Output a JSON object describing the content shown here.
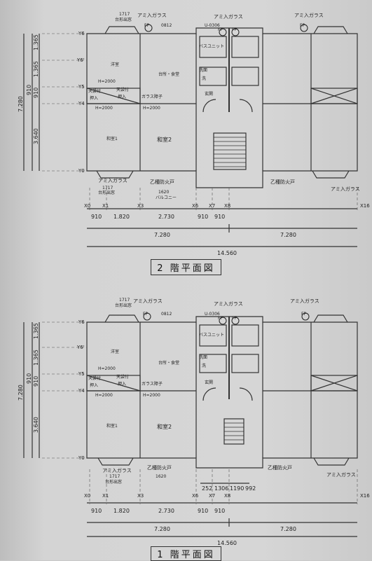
{
  "plans": [
    {
      "title": "2 階平面図",
      "labels": {
        "door_code_tl": "1717",
        "door_name_tl": "台形出窓",
        "glass_tl": "アミ入ガラス",
        "code_top": "0812",
        "unit_code": "U-0306",
        "bath": "バスユニット",
        "glass_top_c": "アミ入ガラス",
        "glass_tr": "アミ入ガラス",
        "youshitsu": "洋室",
        "h_top": "H=2000",
        "tenbukuro": "天袋付",
        "oshiire": "押入",
        "tenbukuro2": "天袋付",
        "oshiire2": "押入",
        "h_mid": "H=2000",
        "h_mid2": "H=2000",
        "glass_door": "ガラス障子",
        "kitchen": "台所・食堂",
        "senmen": "洗面",
        "genkan": "玄関",
        "sen": "洗",
        "washitsu1": "和室1",
        "washitsu2": "和室2",
        "glass_bl": "アミ入ガラス",
        "door_code_bl": "1717",
        "door_name_bl": "台形出窓",
        "otsu_l": "乙種防火戸",
        "otsu_r": "乙種防火戸",
        "balcony": "バルコニー",
        "balcony_code": "1620",
        "glass_br": "アミ入ガラス",
        "fp1": "FP",
        "fp2": "FP",
        "fp3": "FP",
        "fp4": "FP"
      },
      "axes": {
        "y": [
          "Y6",
          "Y6'",
          "Y5",
          "Y4",
          "Y0"
        ],
        "x": [
          "X0",
          "X1",
          "X3",
          "X6",
          "X7",
          "X8",
          "X16"
        ]
      },
      "left_dims": [
        "1.365",
        "1.365",
        "910",
        "3.640"
      ],
      "left_totals": [
        "910",
        "7.280"
      ],
      "bottom_dims": [
        "910",
        "1.820",
        "2.730",
        "910",
        "910"
      ],
      "bottom_mid": [
        "7.280",
        "7.280"
      ],
      "bottom_total": "14.560"
    },
    {
      "title": "1 階平面図",
      "labels": {
        "door_code_tl": "1717",
        "door_name_tl": "台形出窓",
        "glass_tl": "アミ入ガラス",
        "code_top": "0812",
        "unit_code": "U-0306",
        "bath": "バスユニット",
        "glass_top_c": "アミ入ガラス",
        "glass_tr": "アミ入ガラス",
        "youshitsu": "洋室",
        "h_top": "H=2000",
        "tenbukuro": "天袋付",
        "oshiire": "押入",
        "tenbukuro2": "天袋付",
        "oshiire2": "押入",
        "h_mid": "H=2000",
        "h_mid2": "H=2000",
        "glass_door": "ガラス障子",
        "kitchen": "台所・食堂",
        "senmen": "洗面",
        "genkan": "玄関",
        "sen": "洗",
        "washitsu1": "和室1",
        "washitsu2": "和室2",
        "glass_bl": "アミ入ガラス",
        "door_code_bl": "1717",
        "door_name_bl": "台形出窓",
        "otsu_l": "乙種防火戸",
        "otsu_r": "乙種防火戸",
        "balcony": "",
        "balcony_code": "1620",
        "glass_br": "アミ入ガラス",
        "fp1": "FP",
        "fp2": "FP",
        "fp3": "FP",
        "fp4": "FP"
      },
      "axes": {
        "y": [
          "Y6",
          "Y6'",
          "Y5",
          "Y4",
          "Y0"
        ],
        "x": [
          "X0",
          "X1",
          "X3",
          "X6",
          "X7",
          "X8",
          "X16"
        ]
      },
      "left_dims": [
        "1.365",
        "1.365",
        "910",
        "3.640"
      ],
      "left_totals": [
        "910",
        "7.280"
      ],
      "bottom_dims": [
        "910",
        "1.820",
        "2.730",
        "910",
        "910"
      ],
      "entrance_dims": [
        "252",
        "1306",
        "1190",
        "992"
      ],
      "bottom_mid": [
        "7.280",
        "7.280"
      ],
      "bottom_total": "14.560"
    }
  ]
}
